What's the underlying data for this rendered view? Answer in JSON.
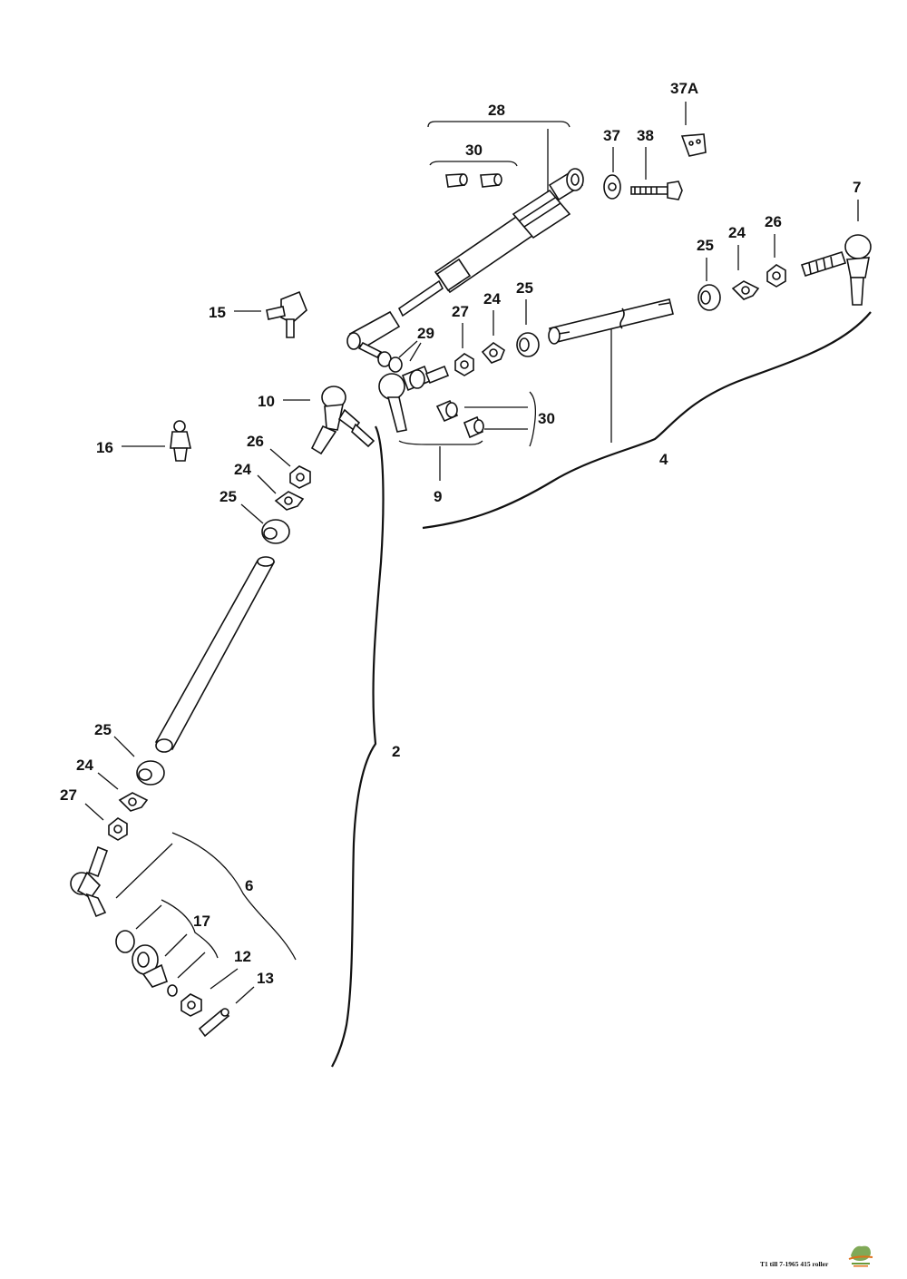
{
  "labels": {
    "l37A": "37A",
    "l28": "28",
    "l37": "37",
    "l38": "38",
    "l30a": "30",
    "l7": "7",
    "l26a": "26",
    "l24a": "24",
    "l25a": "25",
    "l15": "15",
    "l27a": "27",
    "l24b": "24",
    "l25b": "25",
    "l29": "29",
    "l10": "10",
    "l30b": "30",
    "l4": "4",
    "l16": "16",
    "l26b": "26",
    "l24c": "24",
    "l25c": "25",
    "l9": "9",
    "l2": "2",
    "l25d": "25",
    "l24d": "24",
    "l27b": "27",
    "l6": "6",
    "l17": "17",
    "l12": "12",
    "l13": "13"
  },
  "footer": {
    "caption": "T1 till 7-1965 415 roller",
    "logo_icon": "company-logo"
  },
  "colors": {
    "ink": "#111111",
    "paper": "#ffffff",
    "logo_green": "#6a9a3a",
    "logo_orange": "#e0701a"
  }
}
